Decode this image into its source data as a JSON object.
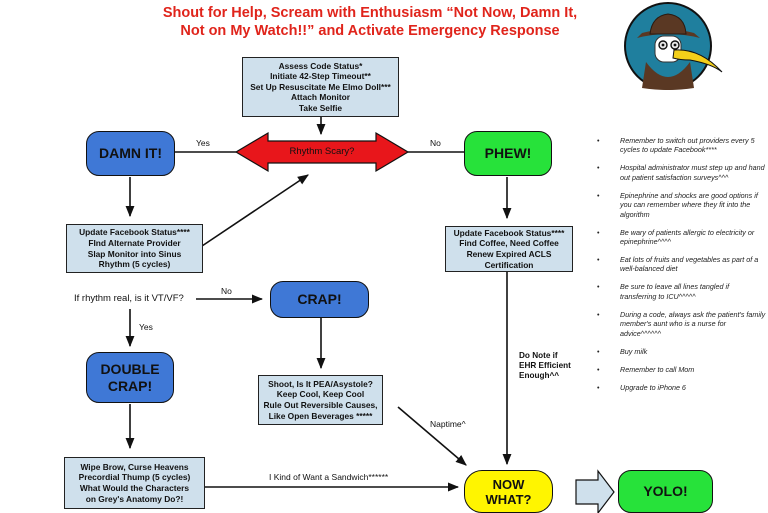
{
  "title": {
    "line1": "Shout for Help, Scream with Enthusiasm “Not Now, Damn It,",
    "line2": "Not on My Watch!!” and Activate Emergency Response"
  },
  "assess_box": [
    "Assess Code Status*",
    "Initiate 42-Step Timeout**",
    "Set Up Resuscitate Me Elmo Doll***",
    "Attach Monitor",
    "Take Selfie"
  ],
  "decision": {
    "label": "Rhythm Scary?",
    "yes": "Yes",
    "no": "No"
  },
  "damn_it": "DAMN IT!",
  "phew": "PHEW!",
  "damn_box": [
    "Update Facebook Status****",
    "FInd Alternate Provider",
    "Slap Monitor into Sinus",
    "Rhythm (5 cycles)"
  ],
  "phew_box": [
    "Update Facebook Status****",
    "Find Coffee, Need Coffee",
    "Renew Expired ACLS",
    "Certification"
  ],
  "vt_question": "If rhythm real, is it VT/VF?",
  "vt_no": "No",
  "vt_yes": "Yes",
  "crap": "CRAP!",
  "double_crap": [
    "DOUBLE",
    "CRAP!"
  ],
  "crap_box": [
    "Shoot, Is It PEA/Asystole?",
    "Keep Cool, Keep Cool",
    "Rule Out Reversible Causes,",
    "Like Open Beverages *****"
  ],
  "double_box": [
    "Wipe Brow, Curse Heavens",
    "Precordial Thump (5 cycles)",
    "What Would the Characters",
    "on Grey's Anatomy Do?!"
  ],
  "sandwich": "I Kind of Want a Sandwich******",
  "naptime": "Naptime^",
  "ehr_note": [
    "Do Note if",
    "EHR Efficient",
    "Enough^^"
  ],
  "now_what": [
    "NOW",
    "WHAT?"
  ],
  "yolo": "YOLO!",
  "notes": [
    "Remember to switch out providers every 5 cycles to update Facebook****",
    "Hospital administrator must step up and hand out patient satisfaction surveys^^^",
    "Epinephrine and shocks are good options if you can remember where they fit into the algorithm",
    "Be wary of patients allergic to electricity or epinephrine^^^^",
    "Eat lots of fruits and vegetables as part of a well-balanced diet",
    "Be sure to leave all lines tangled if transferring to ICU^^^^^",
    "During a code, always ask the patient's family member's aunt who is a nurse for advice^^^^^^",
    "Buy milk",
    "Remember to call Mom",
    "Upgrade to iPhone 6"
  ],
  "bullet": "•",
  "colors": {
    "title": "#e0241b",
    "box_fill": "#cfe0ec",
    "blue_pill": "#3f78d6",
    "green_pill": "#27e23a",
    "yellow_pill": "#fff500",
    "decision_fill": "#e8161b",
    "avatar_bg": "#1f7f9e",
    "beak": "#f3cf1a"
  },
  "icons": {
    "avatar": "plague-doctor-avatar-icon"
  }
}
